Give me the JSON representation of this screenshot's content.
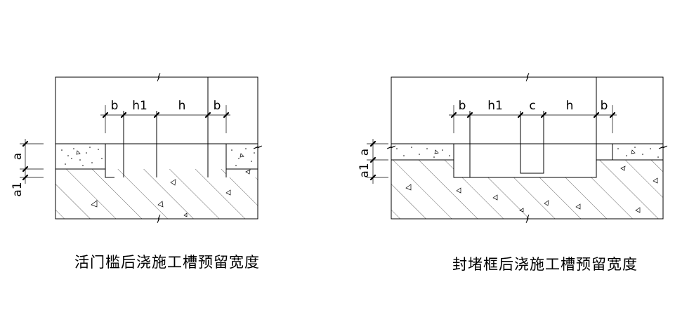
{
  "left": {
    "caption": "活门槛后浇施工槽预留宽度",
    "dims": [
      "b",
      "h1",
      "h",
      "b"
    ],
    "side_dims": [
      "a",
      "a1"
    ]
  },
  "right": {
    "caption": "封堵框后浇施工槽预留宽度",
    "dims": [
      "b",
      "h1",
      "c",
      "h",
      "b"
    ],
    "side_dims": [
      "a",
      "a1"
    ]
  }
}
